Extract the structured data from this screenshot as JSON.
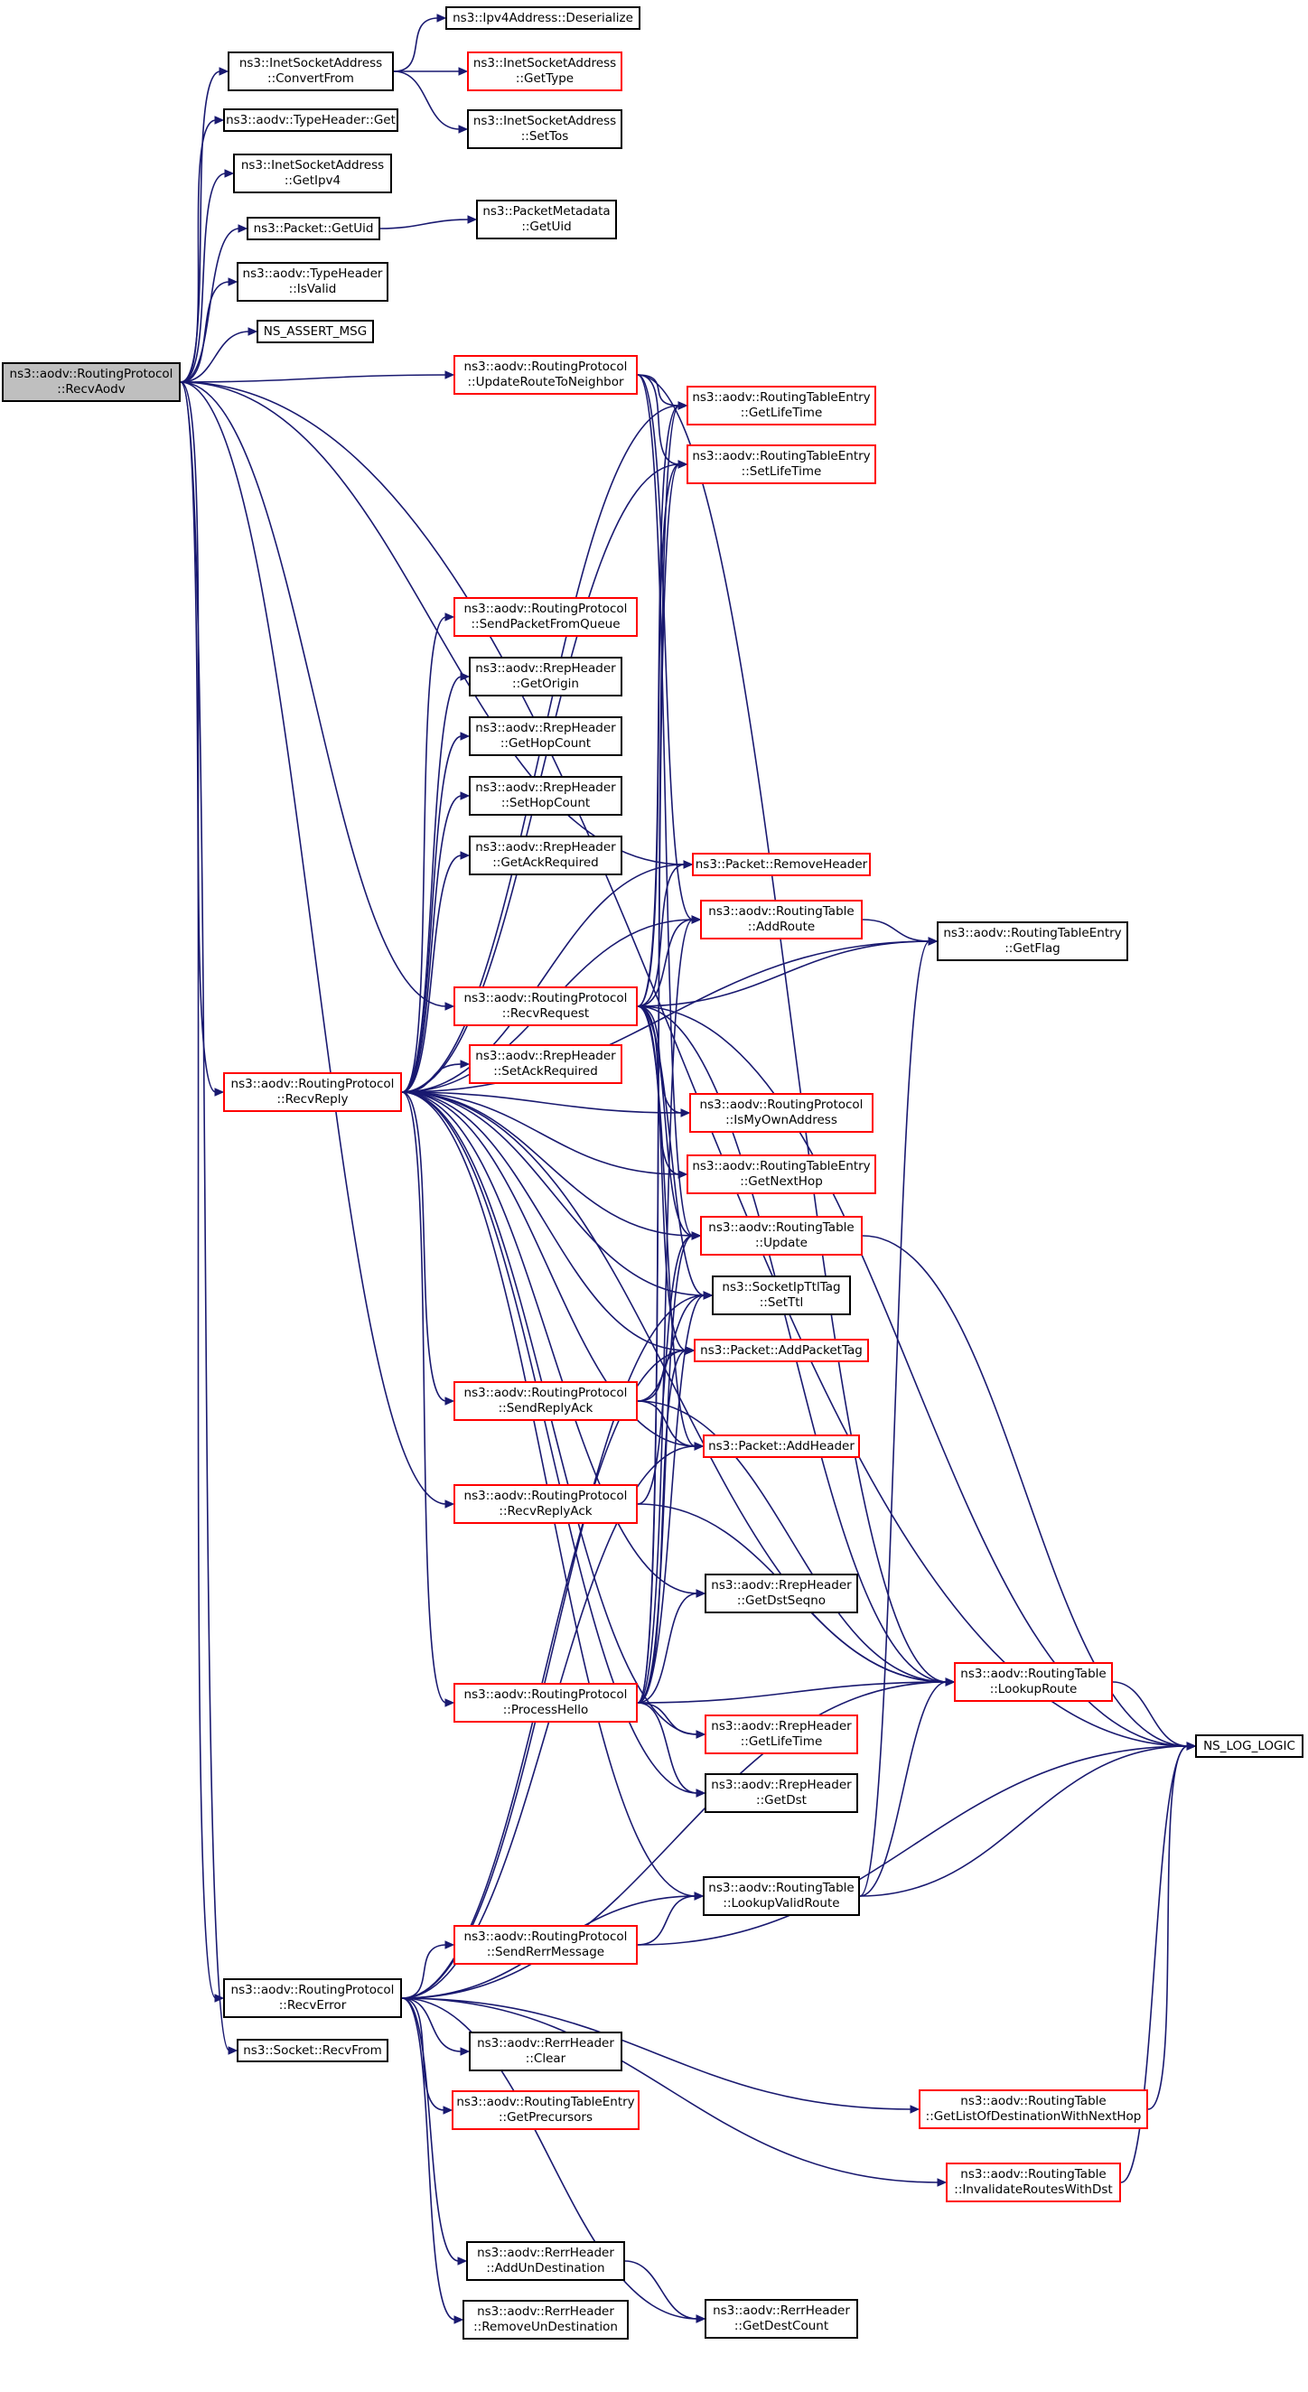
{
  "nodes": {
    "recv_aodv": [
      "ns3::aodv::RoutingProtocol",
      "::RecvAodv"
    ],
    "inet_convert_from": [
      "ns3::InetSocketAddress",
      "::ConvertFrom"
    ],
    "ipv4_deserialize": [
      "ns3::Ipv4Address::Deserialize"
    ],
    "inet_get_type": [
      "ns3::InetSocketAddress",
      "::GetType"
    ],
    "inet_set_tos": [
      "ns3::InetSocketAddress",
      "::SetTos"
    ],
    "type_header_get": [
      "ns3::aodv::TypeHeader::Get"
    ],
    "inet_get_ipv4": [
      "ns3::InetSocketAddress",
      "::GetIpv4"
    ],
    "packet_get_uid": [
      "ns3::Packet::GetUid"
    ],
    "packet_metadata_get_uid": [
      "ns3::PacketMetadata",
      "::GetUid"
    ],
    "type_header_is_valid": [
      "ns3::aodv::TypeHeader",
      "::IsValid"
    ],
    "ns_assert_msg": [
      "NS_ASSERT_MSG"
    ],
    "update_route_to_neighbor": [
      "ns3::aodv::RoutingProtocol",
      "::UpdateRouteToNeighbor"
    ],
    "rte_get_life_time": [
      "ns3::aodv::RoutingTableEntry",
      "::GetLifeTime"
    ],
    "rte_set_life_time": [
      "ns3::aodv::RoutingTableEntry",
      "::SetLifeTime"
    ],
    "send_packet_from_queue": [
      "ns3::aodv::RoutingProtocol",
      "::SendPacketFromQueue"
    ],
    "rrep_get_origin": [
      "ns3::aodv::RrepHeader",
      "::GetOrigin"
    ],
    "rrep_get_hop_count": [
      "ns3::aodv::RrepHeader",
      "::GetHopCount"
    ],
    "rrep_set_hop_count": [
      "ns3::aodv::RrepHeader",
      "::SetHopCount"
    ],
    "rrep_get_ack_required": [
      "ns3::aodv::RrepHeader",
      "::GetAckRequired"
    ],
    "packet_remove_header": [
      "ns3::Packet::RemoveHeader"
    ],
    "rt_add_route": [
      "ns3::aodv::RoutingTable",
      "::AddRoute"
    ],
    "rte_get_flag": [
      "ns3::aodv::RoutingTableEntry",
      "::GetFlag"
    ],
    "recv_request": [
      "ns3::aodv::RoutingProtocol",
      "::RecvRequest"
    ],
    "rrep_set_ack_required": [
      "ns3::aodv::RrepHeader",
      "::SetAckRequired"
    ],
    "recv_reply": [
      "ns3::aodv::RoutingProtocol",
      "::RecvReply"
    ],
    "is_my_own_address": [
      "ns3::aodv::RoutingProtocol",
      "::IsMyOwnAddress"
    ],
    "rte_get_next_hop": [
      "ns3::aodv::RoutingTableEntry",
      "::GetNextHop"
    ],
    "rt_update": [
      "ns3::aodv::RoutingTable",
      "::Update"
    ],
    "socket_ip_ttl_tag_set_ttl": [
      "ns3::SocketIpTtlTag",
      "::SetTtl"
    ],
    "packet_add_packet_tag": [
      "ns3::Packet::AddPacketTag"
    ],
    "send_reply_ack": [
      "ns3::aodv::RoutingProtocol",
      "::SendReplyAck"
    ],
    "packet_add_header": [
      "ns3::Packet::AddHeader"
    ],
    "recv_reply_ack": [
      "ns3::aodv::RoutingProtocol",
      "::RecvReplyAck"
    ],
    "rrep_get_dst_seqno": [
      "ns3::aodv::RrepHeader",
      "::GetDstSeqno"
    ],
    "process_hello": [
      "ns3::aodv::RoutingProtocol",
      "::ProcessHello"
    ],
    "rt_lookup_route": [
      "ns3::aodv::RoutingTable",
      "::LookupRoute"
    ],
    "ns_log_logic": [
      "NS_LOG_LOGIC"
    ],
    "rrep_get_life_time": [
      "ns3::aodv::RrepHeader",
      "::GetLifeTime"
    ],
    "rrep_get_dst": [
      "ns3::aodv::RrepHeader",
      "::GetDst"
    ],
    "rt_lookup_valid_route": [
      "ns3::aodv::RoutingTable",
      "::LookupValidRoute"
    ],
    "send_rerr_message": [
      "ns3::aodv::RoutingProtocol",
      "::SendRerrMessage"
    ],
    "recv_error": [
      "ns3::aodv::RoutingProtocol",
      "::RecvError"
    ],
    "socket_recv_from": [
      "ns3::Socket::RecvFrom"
    ],
    "rerr_clear": [
      "ns3::aodv::RerrHeader",
      "::Clear"
    ],
    "rte_get_precursors": [
      "ns3::aodv::RoutingTableEntry",
      "::GetPrecursors"
    ],
    "rt_get_list_of_destination_with_next_hop": [
      "ns3::aodv::RoutingTable",
      "::GetListOfDestinationWithNextHop"
    ],
    "rt_invalidate_routes_with_dst": [
      "ns3::aodv::RoutingTable",
      "::InvalidateRoutesWithDst"
    ],
    "rerr_add_un_destination": [
      "ns3::aodv::RerrHeader",
      "::AddUnDestination"
    ],
    "rerr_remove_un_destination": [
      "ns3::aodv::RerrHeader",
      "::RemoveUnDestination"
    ],
    "rerr_get_dest_count": [
      "ns3::aodv::RerrHeader",
      "::GetDestCount"
    ]
  },
  "node_styles": {
    "border_default": "#000000",
    "border_incomplete": "#ff0000",
    "root_fill": "#bfbfbf",
    "edge_color": "#191970"
  },
  "edges": [
    [
      "recv_aodv",
      "inet_convert_from"
    ],
    [
      "recv_aodv",
      "type_header_get"
    ],
    [
      "recv_aodv",
      "inet_get_ipv4"
    ],
    [
      "recv_aodv",
      "packet_get_uid"
    ],
    [
      "recv_aodv",
      "type_header_is_valid"
    ],
    [
      "recv_aodv",
      "ns_assert_msg"
    ],
    [
      "recv_aodv",
      "update_route_to_neighbor"
    ],
    [
      "recv_aodv",
      "packet_remove_header"
    ],
    [
      "recv_aodv",
      "ns_log_logic"
    ],
    [
      "recv_aodv",
      "recv_request"
    ],
    [
      "recv_aodv",
      "recv_reply"
    ],
    [
      "recv_aodv",
      "recv_reply_ack"
    ],
    [
      "recv_aodv",
      "recv_error"
    ],
    [
      "recv_aodv",
      "socket_recv_from"
    ],
    [
      "inet_convert_from",
      "ipv4_deserialize"
    ],
    [
      "inet_convert_from",
      "inet_get_type"
    ],
    [
      "inet_convert_from",
      "inet_set_tos"
    ],
    [
      "packet_get_uid",
      "packet_metadata_get_uid"
    ],
    [
      "update_route_to_neighbor",
      "rte_get_life_time"
    ],
    [
      "update_route_to_neighbor",
      "rte_set_life_time"
    ],
    [
      "update_route_to_neighbor",
      "rt_lookup_route"
    ],
    [
      "update_route_to_neighbor",
      "rt_update"
    ],
    [
      "update_route_to_neighbor",
      "rt_add_route"
    ],
    [
      "recv_request",
      "packet_remove_header"
    ],
    [
      "recv_request",
      "rt_add_route"
    ],
    [
      "recv_request",
      "rte_get_flag"
    ],
    [
      "recv_request",
      "is_my_own_address"
    ],
    [
      "recv_request",
      "rte_get_next_hop"
    ],
    [
      "recv_request",
      "rt_update"
    ],
    [
      "recv_request",
      "socket_ip_ttl_tag_set_ttl"
    ],
    [
      "recv_request",
      "packet_add_packet_tag"
    ],
    [
      "recv_request",
      "packet_add_header"
    ],
    [
      "recv_request",
      "rt_lookup_route"
    ],
    [
      "recv_request",
      "ns_log_logic"
    ],
    [
      "recv_request",
      "rte_get_life_time"
    ],
    [
      "recv_request",
      "rte_set_life_time"
    ],
    [
      "recv_reply",
      "rte_get_flag"
    ],
    [
      "recv_reply",
      "rte_get_life_time"
    ],
    [
      "recv_reply",
      "rte_set_life_time"
    ],
    [
      "recv_reply",
      "send_packet_from_queue"
    ],
    [
      "recv_reply",
      "rrep_get_origin"
    ],
    [
      "recv_reply",
      "rrep_get_hop_count"
    ],
    [
      "recv_reply",
      "rrep_set_hop_count"
    ],
    [
      "recv_reply",
      "rrep_get_ack_required"
    ],
    [
      "recv_reply",
      "packet_remove_header"
    ],
    [
      "recv_reply",
      "rt_add_route"
    ],
    [
      "recv_reply",
      "rrep_set_ack_required"
    ],
    [
      "recv_reply",
      "is_my_own_address"
    ],
    [
      "recv_reply",
      "rte_get_next_hop"
    ],
    [
      "recv_reply",
      "rt_update"
    ],
    [
      "recv_reply",
      "socket_ip_ttl_tag_set_ttl"
    ],
    [
      "recv_reply",
      "packet_add_packet_tag"
    ],
    [
      "recv_reply",
      "send_reply_ack"
    ],
    [
      "recv_reply",
      "packet_add_header"
    ],
    [
      "recv_reply",
      "rrep_get_dst_seqno"
    ],
    [
      "recv_reply",
      "process_hello"
    ],
    [
      "recv_reply",
      "rrep_get_life_time"
    ],
    [
      "recv_reply",
      "rrep_get_dst"
    ],
    [
      "recv_reply",
      "rt_lookup_route"
    ],
    [
      "recv_reply",
      "rt_lookup_valid_route"
    ],
    [
      "send_reply_ack",
      "socket_ip_ttl_tag_set_ttl"
    ],
    [
      "send_reply_ack",
      "packet_add_packet_tag"
    ],
    [
      "send_reply_ack",
      "packet_add_header"
    ],
    [
      "send_reply_ack",
      "rt_lookup_route"
    ],
    [
      "recv_reply_ack",
      "rt_lookup_route"
    ],
    [
      "recv_reply_ack",
      "rt_update"
    ],
    [
      "process_hello",
      "rrep_get_dst_seqno"
    ],
    [
      "process_hello",
      "rt_lookup_route"
    ],
    [
      "process_hello",
      "rrep_get_life_time"
    ],
    [
      "process_hello",
      "rrep_get_dst"
    ],
    [
      "process_hello",
      "rt_update"
    ],
    [
      "process_hello",
      "rt_add_route"
    ],
    [
      "process_hello",
      "rte_get_life_time"
    ],
    [
      "process_hello",
      "rte_set_life_time"
    ],
    [
      "process_hello",
      "socket_ip_ttl_tag_set_ttl"
    ],
    [
      "process_hello",
      "packet_add_packet_tag"
    ],
    [
      "rt_update",
      "ns_log_logic"
    ],
    [
      "rt_add_route",
      "rte_get_flag"
    ],
    [
      "rt_lookup_route",
      "ns_log_logic"
    ],
    [
      "rt_lookup_valid_route",
      "ns_log_logic"
    ],
    [
      "rt_lookup_valid_route",
      "rt_lookup_route"
    ],
    [
      "rt_lookup_valid_route",
      "rte_get_flag"
    ],
    [
      "send_rerr_message",
      "rt_lookup_valid_route"
    ],
    [
      "send_rerr_message",
      "ns_log_logic"
    ],
    [
      "recv_error",
      "send_rerr_message"
    ],
    [
      "recv_error",
      "rt_lookup_route"
    ],
    [
      "recv_error",
      "rerr_clear"
    ],
    [
      "recv_error",
      "rte_get_precursors"
    ],
    [
      "recv_error",
      "rt_get_list_of_destination_with_next_hop"
    ],
    [
      "recv_error",
      "rt_invalidate_routes_with_dst"
    ],
    [
      "recv_error",
      "rerr_add_un_destination"
    ],
    [
      "recv_error",
      "rerr_remove_un_destination"
    ],
    [
      "recv_error",
      "rerr_get_dest_count"
    ],
    [
      "recv_error",
      "socket_ip_ttl_tag_set_ttl"
    ],
    [
      "recv_error",
      "packet_add_packet_tag"
    ],
    [
      "recv_error",
      "packet_add_header"
    ],
    [
      "recv_error",
      "rt_lookup_valid_route"
    ],
    [
      "rt_get_list_of_destination_with_next_hop",
      "ns_log_logic"
    ],
    [
      "rt_invalidate_routes_with_dst",
      "ns_log_logic"
    ],
    [
      "rerr_add_un_destination",
      "rerr_get_dest_count"
    ]
  ]
}
